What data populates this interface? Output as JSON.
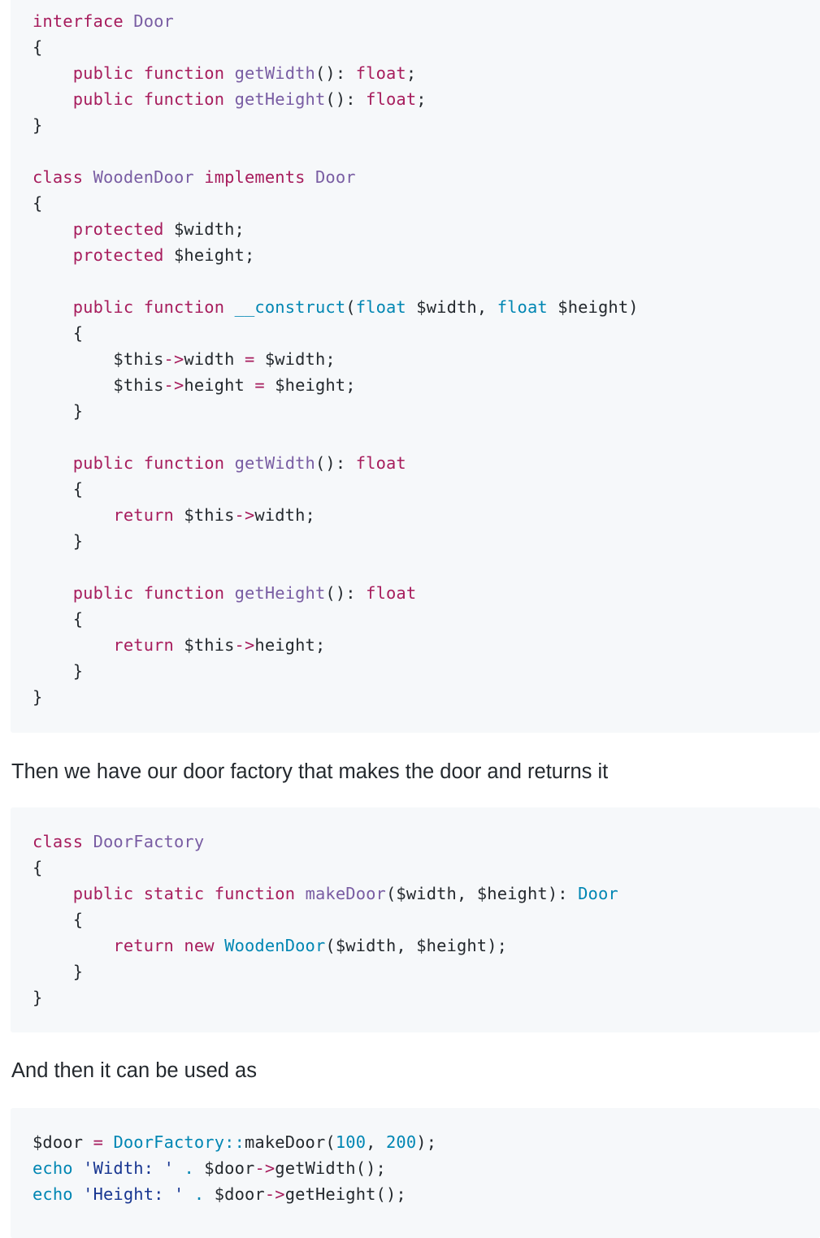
{
  "code_blocks": [
    [
      [
        [
          "k",
          "interface"
        ],
        [
          "p",
          " "
        ],
        [
          "f",
          "Door"
        ]
      ],
      [
        [
          "p",
          "{"
        ]
      ],
      [
        [
          "p",
          "    "
        ],
        [
          "k",
          "public"
        ],
        [
          "p",
          " "
        ],
        [
          "k",
          "function"
        ],
        [
          "p",
          " "
        ],
        [
          "f",
          "getWidth"
        ],
        [
          "p",
          "(): "
        ],
        [
          "k",
          "float"
        ],
        [
          "p",
          ";"
        ]
      ],
      [
        [
          "p",
          "    "
        ],
        [
          "k",
          "public"
        ],
        [
          "p",
          " "
        ],
        [
          "k",
          "function"
        ],
        [
          "p",
          " "
        ],
        [
          "f",
          "getHeight"
        ],
        [
          "p",
          "(): "
        ],
        [
          "k",
          "float"
        ],
        [
          "p",
          ";"
        ]
      ],
      [
        [
          "p",
          "}"
        ]
      ],
      [],
      [
        [
          "k",
          "class"
        ],
        [
          "p",
          " "
        ],
        [
          "f",
          "WoodenDoor"
        ],
        [
          "p",
          " "
        ],
        [
          "k",
          "implements"
        ],
        [
          "p",
          " "
        ],
        [
          "f",
          "Door"
        ]
      ],
      [
        [
          "p",
          "{"
        ]
      ],
      [
        [
          "p",
          "    "
        ],
        [
          "k",
          "protected"
        ],
        [
          "p",
          " $width;"
        ]
      ],
      [
        [
          "p",
          "    "
        ],
        [
          "k",
          "protected"
        ],
        [
          "p",
          " $height;"
        ]
      ],
      [],
      [
        [
          "p",
          "    "
        ],
        [
          "k",
          "public"
        ],
        [
          "p",
          " "
        ],
        [
          "k",
          "function"
        ],
        [
          "p",
          " "
        ],
        [
          "b",
          "__construct"
        ],
        [
          "p",
          "("
        ],
        [
          "b",
          "float"
        ],
        [
          "p",
          " $width, "
        ],
        [
          "b",
          "float"
        ],
        [
          "p",
          " $height)"
        ]
      ],
      [
        [
          "p",
          "    {"
        ]
      ],
      [
        [
          "p",
          "        $this"
        ],
        [
          "o",
          "->"
        ],
        [
          "p",
          "width "
        ],
        [
          "o",
          "="
        ],
        [
          "p",
          " $width;"
        ]
      ],
      [
        [
          "p",
          "        $this"
        ],
        [
          "o",
          "->"
        ],
        [
          "p",
          "height "
        ],
        [
          "o",
          "="
        ],
        [
          "p",
          " $height;"
        ]
      ],
      [
        [
          "p",
          "    }"
        ]
      ],
      [],
      [
        [
          "p",
          "    "
        ],
        [
          "k",
          "public"
        ],
        [
          "p",
          " "
        ],
        [
          "k",
          "function"
        ],
        [
          "p",
          " "
        ],
        [
          "f",
          "getWidth"
        ],
        [
          "p",
          "(): "
        ],
        [
          "k",
          "float"
        ]
      ],
      [
        [
          "p",
          "    {"
        ]
      ],
      [
        [
          "p",
          "        "
        ],
        [
          "k",
          "return"
        ],
        [
          "p",
          " $this"
        ],
        [
          "o",
          "->"
        ],
        [
          "p",
          "width;"
        ]
      ],
      [
        [
          "p",
          "    }"
        ]
      ],
      [],
      [
        [
          "p",
          "    "
        ],
        [
          "k",
          "public"
        ],
        [
          "p",
          " "
        ],
        [
          "k",
          "function"
        ],
        [
          "p",
          " "
        ],
        [
          "f",
          "getHeight"
        ],
        [
          "p",
          "(): "
        ],
        [
          "k",
          "float"
        ]
      ],
      [
        [
          "p",
          "    {"
        ]
      ],
      [
        [
          "p",
          "        "
        ],
        [
          "k",
          "return"
        ],
        [
          "p",
          " $this"
        ],
        [
          "o",
          "->"
        ],
        [
          "p",
          "height;"
        ]
      ],
      [
        [
          "p",
          "    }"
        ]
      ],
      [
        [
          "p",
          "}"
        ]
      ]
    ],
    [
      [
        [
          "k",
          "class"
        ],
        [
          "p",
          " "
        ],
        [
          "f",
          "DoorFactory"
        ]
      ],
      [
        [
          "p",
          "{"
        ]
      ],
      [
        [
          "p",
          "    "
        ],
        [
          "k",
          "public"
        ],
        [
          "p",
          " "
        ],
        [
          "k",
          "static"
        ],
        [
          "p",
          " "
        ],
        [
          "k",
          "function"
        ],
        [
          "p",
          " "
        ],
        [
          "f",
          "makeDoor"
        ],
        [
          "p",
          "($width, $height): "
        ],
        [
          "b",
          "Door"
        ]
      ],
      [
        [
          "p",
          "    {"
        ]
      ],
      [
        [
          "p",
          "        "
        ],
        [
          "k",
          "return"
        ],
        [
          "p",
          " "
        ],
        [
          "k",
          "new"
        ],
        [
          "p",
          " "
        ],
        [
          "b",
          "WoodenDoor"
        ],
        [
          "p",
          "($width, $height);"
        ]
      ],
      [
        [
          "p",
          "    }"
        ]
      ],
      [
        [
          "p",
          "}"
        ]
      ]
    ],
    [
      [
        [
          "p",
          "$door "
        ],
        [
          "o",
          "="
        ],
        [
          "p",
          " "
        ],
        [
          "b",
          "DoorFactory"
        ],
        [
          "b",
          "::"
        ],
        [
          "p",
          "makeDoor("
        ],
        [
          "b",
          "100"
        ],
        [
          "p",
          ", "
        ],
        [
          "b",
          "200"
        ],
        [
          "p",
          ");"
        ]
      ],
      [
        [
          "b",
          "echo"
        ],
        [
          "p",
          " "
        ],
        [
          "s",
          "'Width: '"
        ],
        [
          "p",
          " "
        ],
        [
          "b",
          "."
        ],
        [
          "p",
          " $door"
        ],
        [
          "o",
          "->"
        ],
        [
          "p",
          "getWidth();"
        ]
      ],
      [
        [
          "b",
          "echo"
        ],
        [
          "p",
          " "
        ],
        [
          "s",
          "'Height: '"
        ],
        [
          "p",
          " "
        ],
        [
          "b",
          "."
        ],
        [
          "p",
          " $door"
        ],
        [
          "o",
          "->"
        ],
        [
          "p",
          "getHeight();"
        ]
      ]
    ]
  ],
  "paragraphs": [
    "Then we have our door factory that makes the door and returns it",
    "And then it can be used as"
  ],
  "colors": {
    "keyword": "#a71d5d",
    "class_name": "#795da3",
    "builtin": "#0086b3",
    "string": "#183691",
    "code_bg": "#f6f8fa"
  }
}
